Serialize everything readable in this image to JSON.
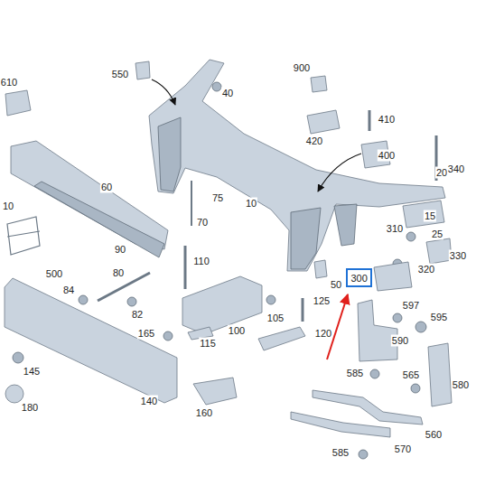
{
  "diagram": {
    "nodes": [
      {
        "text": [
          "300"
        ]
      }
    ],
    "labels": [
      "610",
      "550",
      "40",
      "900",
      "410",
      "420",
      "400",
      "20",
      "340",
      "60",
      "10",
      "75",
      "70",
      "15",
      "310",
      "25",
      "330",
      "320",
      "10",
      "90",
      "500",
      "110",
      "80",
      "84",
      "82",
      "50",
      "125",
      "105",
      "100",
      "597",
      "595",
      "590",
      "165",
      "115",
      "120",
      "145",
      "585",
      "565",
      "580",
      "140",
      "160",
      "180",
      "560",
      "585",
      "570"
    ]
  }
}
